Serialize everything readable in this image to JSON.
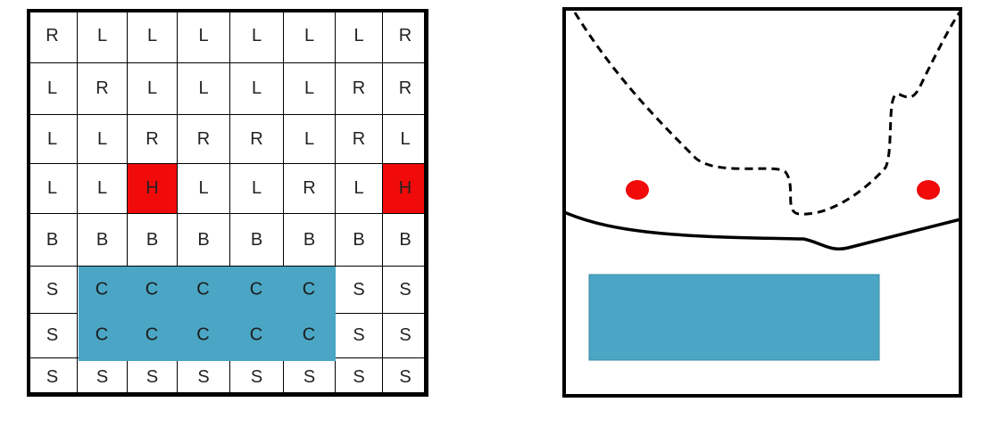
{
  "grid": {
    "rows": [
      [
        "R",
        "L",
        "L",
        "L",
        "L",
        "L",
        "L",
        "R"
      ],
      [
        "L",
        "R",
        "L",
        "L",
        "L",
        "L",
        "R",
        "R"
      ],
      [
        "L",
        "L",
        "R",
        "R",
        "R",
        "L",
        "R",
        "L"
      ],
      [
        "L",
        "L",
        "H",
        "L",
        "L",
        "R",
        "L",
        "H"
      ],
      [
        "B",
        "B",
        "B",
        "B",
        "B",
        "B",
        "B",
        "B"
      ],
      [
        "S",
        "C",
        "C",
        "C",
        "C",
        "C",
        "S",
        "S"
      ],
      [
        "S",
        "C",
        "C",
        "C",
        "C",
        "C",
        "S",
        "S"
      ],
      [
        "S",
        "S",
        "S",
        "S",
        "S",
        "S",
        "S",
        "S"
      ]
    ],
    "highlight_letter": "H",
    "zone_letter": "C"
  },
  "colors": {
    "highlight": "#f00a0a",
    "zone": "#4aa6c4",
    "line": "#000000",
    "text": "#222222"
  }
}
